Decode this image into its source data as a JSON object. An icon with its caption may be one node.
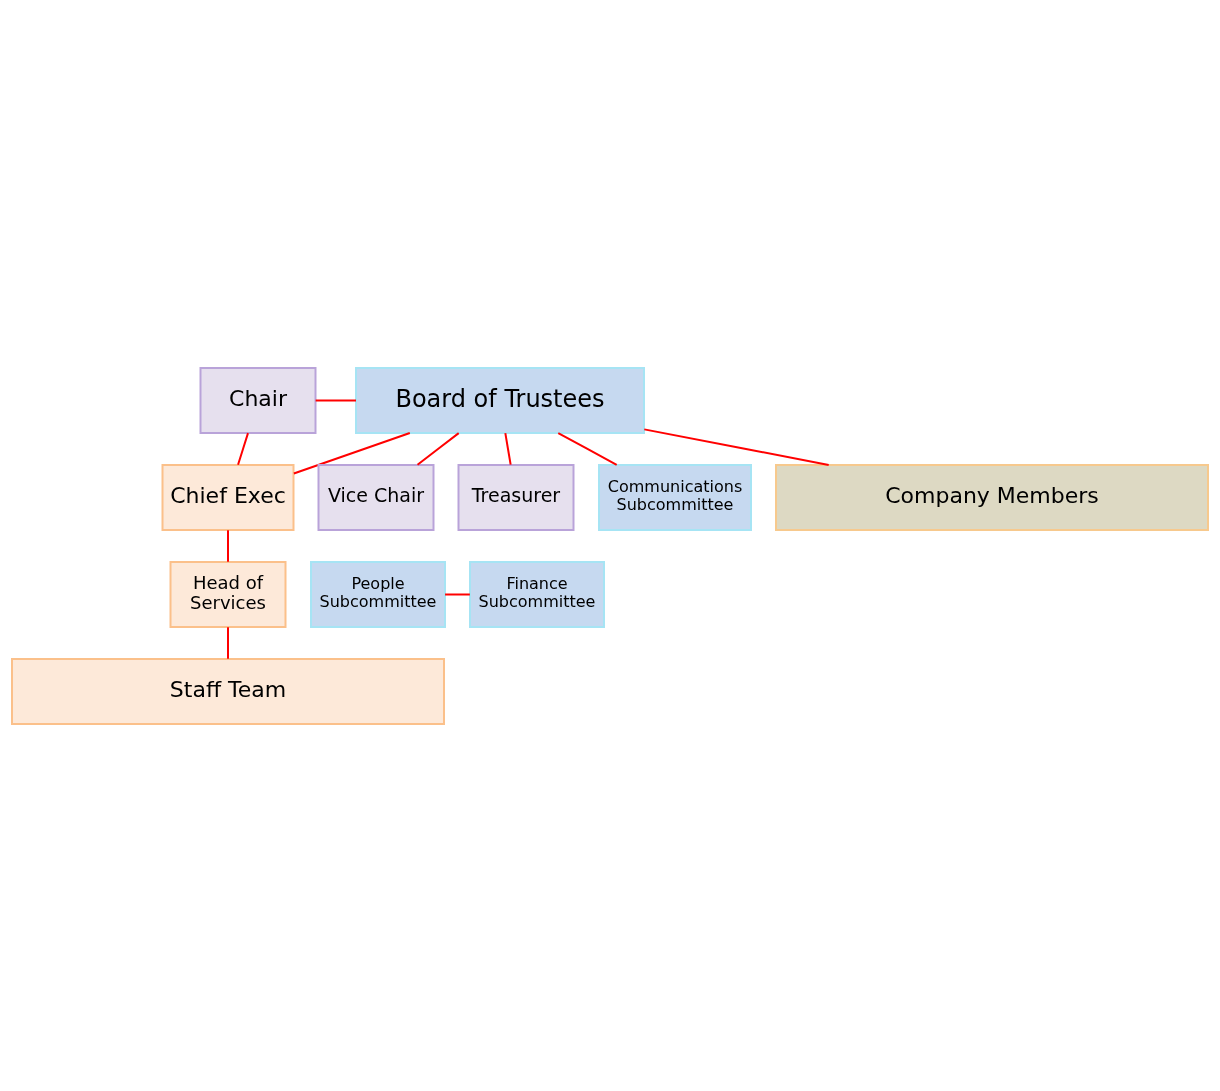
{
  "diagram": {
    "nodes": [
      {
        "text": [
          "Chair"
        ]
      },
      {
        "text": [
          "Board of Trustees"
        ]
      },
      {
        "text": [
          "Chief Exec"
        ]
      },
      {
        "text": [
          "Vice Chair"
        ]
      },
      {
        "text": [
          "Treasurer"
        ]
      },
      {
        "text": [
          "Head of Services"
        ]
      },
      {
        "text": [
          "People Subcommittee"
        ]
      },
      {
        "text": [
          "Finance Subcommittee"
        ]
      },
      {
        "text": [
          "Communications Subcommittee"
        ]
      },
      {
        "text": [
          "Staff Team"
        ]
      },
      {
        "text": [
          "Company Members"
        ]
      }
    ],
    "edges": [
      {
        "from": 0,
        "to": 1,
        "arrow": "none"
      },
      {
        "from": 0,
        "to": 2,
        "arrow": "none"
      },
      {
        "from": 1,
        "to": 2,
        "arrow": "none"
      },
      {
        "from": 1,
        "to": 3,
        "arrow": "none"
      },
      {
        "from": 1,
        "to": 8,
        "arrow": "none"
      },
      {
        "from": 1,
        "to": 4,
        "arrow": "none"
      },
      {
        "from": 1,
        "to": 10,
        "arrow": "none"
      },
      {
        "from": 2,
        "to": 5,
        "arrow": "none"
      },
      {
        "from": 6,
        "to": 7,
        "arrow": "none"
      },
      {
        "from": 5,
        "to": 9,
        "arrow": "none"
      }
    ]
  }
}
